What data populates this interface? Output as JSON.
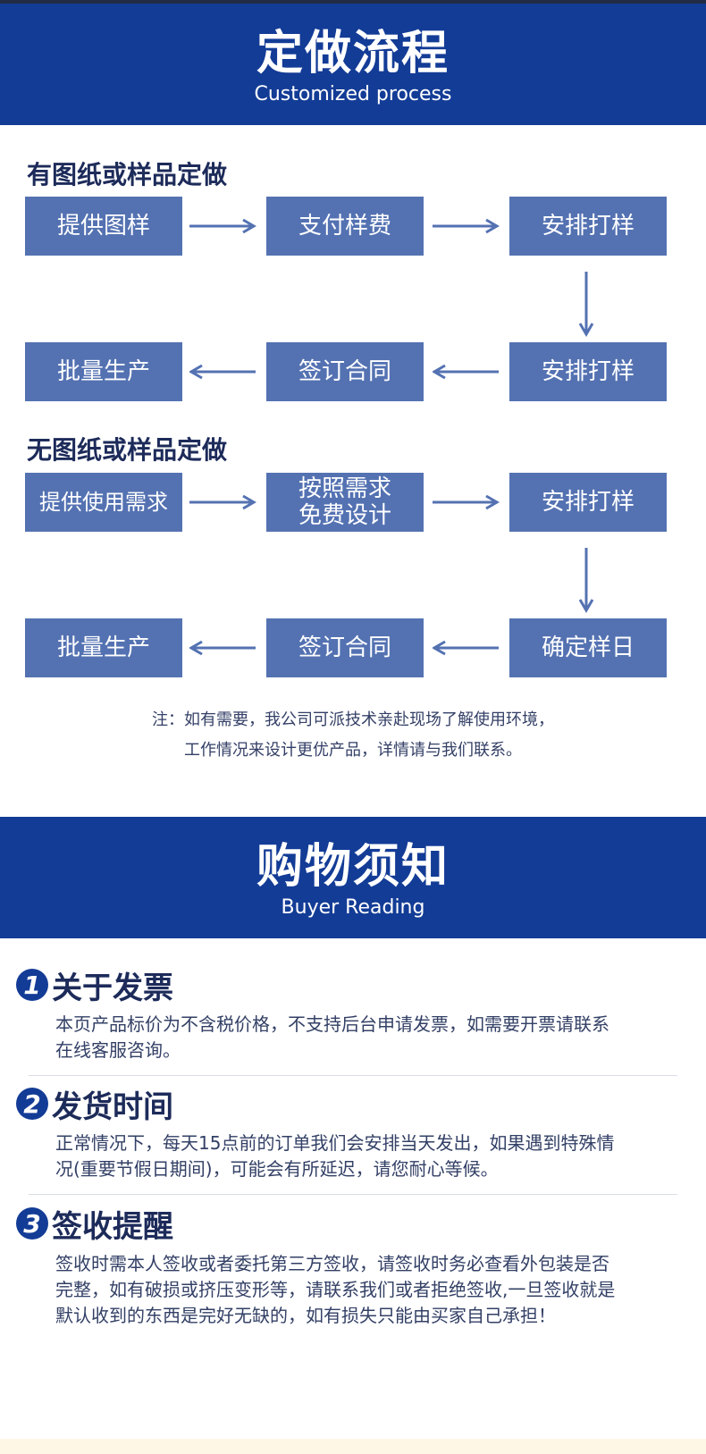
{
  "custom": {
    "title_zh": "定做流程",
    "title_en": "Customized process",
    "section1_title": "有图纸或样品定做",
    "section1_row1": [
      "提供图样",
      "支付样费",
      "安排打样"
    ],
    "section1_row2": [
      "批量生产",
      "签订合同",
      "安排打样"
    ],
    "section2_title": "无图纸或样品定做",
    "section2_row1": [
      "提供使用需求",
      "按照需求\n免费设计",
      "安排打样"
    ],
    "section2_row2": [
      "批量生产",
      "签订合同",
      "确定样日"
    ],
    "note_line1": "注：如有需要，我公司可派技术亲赴现场了解使用环境，",
    "note_line2": "工作情况来设计更优产品，详情请与我们联系。"
  },
  "buyer": {
    "title_zh": "购物须知",
    "title_en": "Buyer Reading",
    "items": [
      {
        "num": "1",
        "title": "关于发票",
        "lines": [
          "本页产品标价为不含税价格，不支持后台申请发票，如需要开票请联系",
          "在线客服咨询。"
        ]
      },
      {
        "num": "2",
        "title": "发货时间",
        "lines": [
          "正常情况下，每天15点前的订单我们会安排当天发出，如果遇到特殊情",
          "况(重要节假日期间)，可能会有所延迟，请您耐心等候。"
        ]
      },
      {
        "num": "3",
        "title": "签收提醒",
        "lines": [
          "签收时需本人签收或者委托第三方签收，请签收时务必查看外包装是否",
          "完整，如有破损或挤压变形等，请联系我们或者拒绝签收,一旦签收就是",
          "默认收到的东西是完好无缺的，如有损失只能由买家自己承担！"
        ]
      }
    ]
  },
  "colors": {
    "banner": "#133c96",
    "box": "#5472b2",
    "arrow": "#5472b2"
  }
}
